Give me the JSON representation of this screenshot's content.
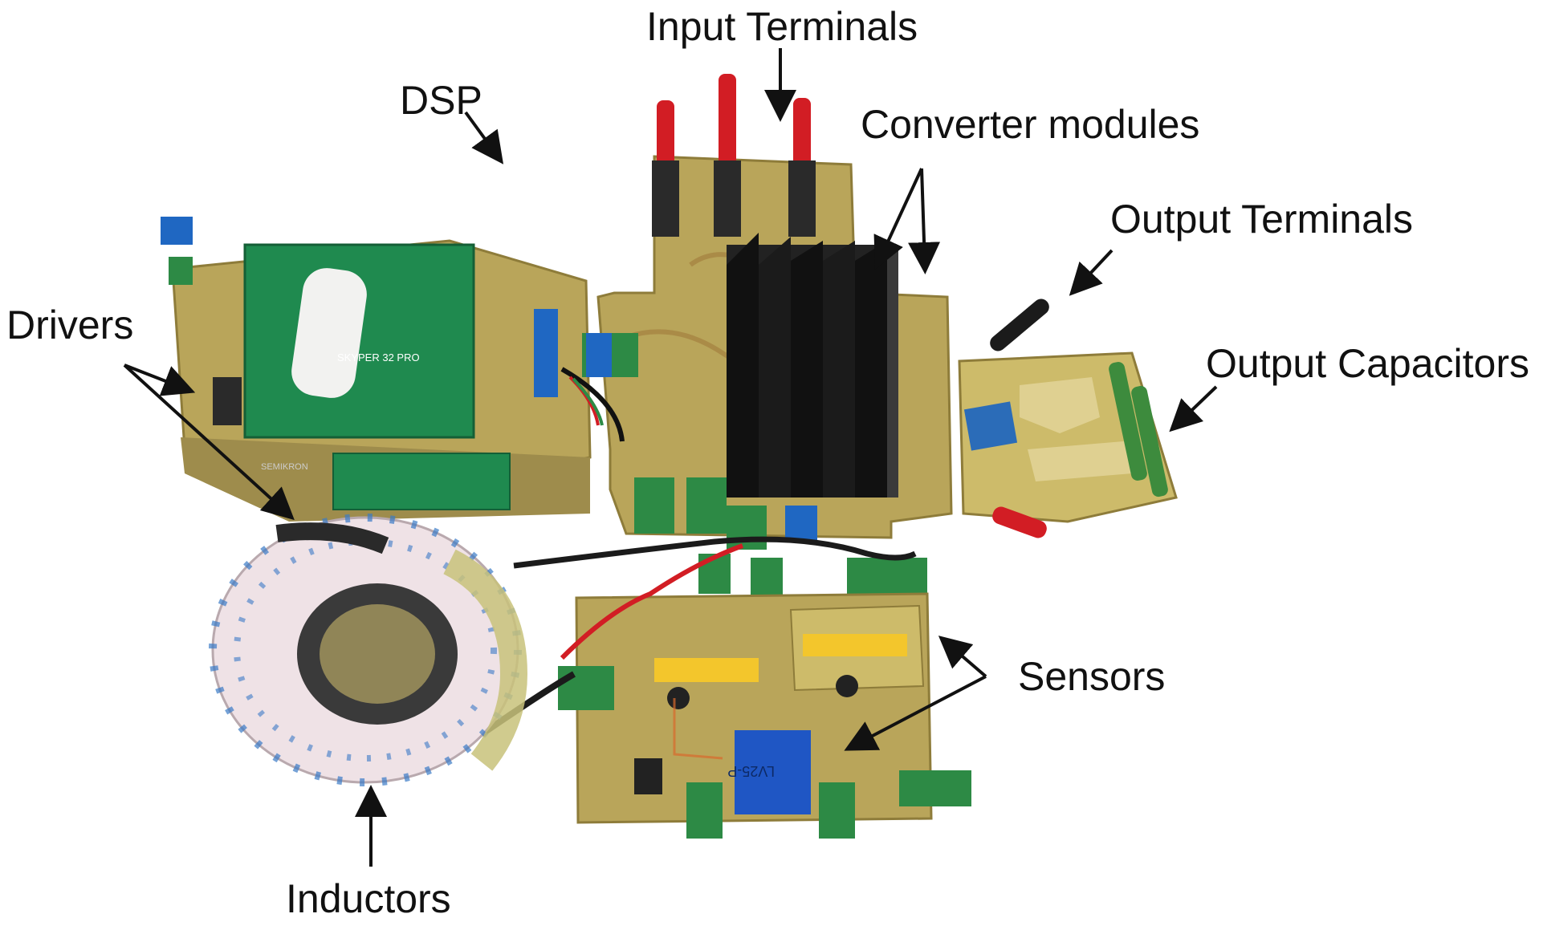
{
  "labels": {
    "input_terminals": "Input Terminals",
    "converter_modules": "Converter modules",
    "dsp": "DSP",
    "output_terminals": "Output Terminals",
    "drivers": "Drivers",
    "output_capacitors": "Output Capacitors",
    "sensors": "Sensors",
    "inductors": "Inductors"
  },
  "board_text": {
    "driver_module": "SKYPER 32 PRO",
    "driver_brand": "SEMIKRON",
    "voltage_sensor": "LV25-P"
  },
  "colors": {
    "pcb": "#b9a55a",
    "driver_board": "#1f8a4f",
    "heatsink": "#1b1b1b",
    "terminal_red": "#d21d24",
    "terminal_block_green": "#2d8a45",
    "terminal_block_blue": "#1f67c2",
    "inductor_wire": "#efe2e6",
    "inductor_stripe": "#3a7ac6",
    "sensor_blue": "#1f56c4",
    "sensor_yellow": "#f3c62c",
    "capacitor_green": "#3d8b3d"
  }
}
